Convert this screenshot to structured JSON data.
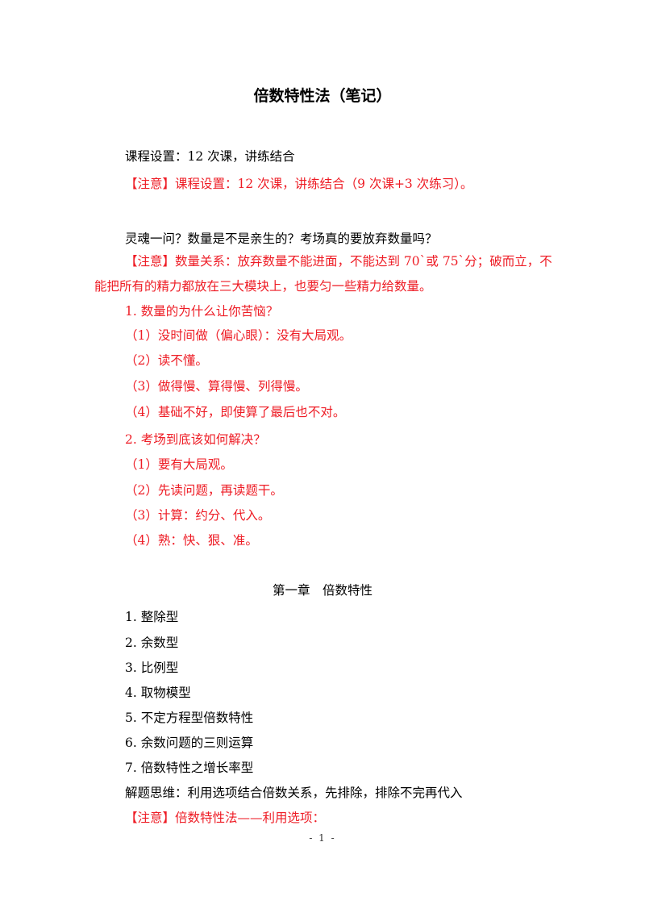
{
  "title": "倍数特性法（笔记）",
  "lines": [
    {
      "text": "课程设置：12 次课，讲练结合",
      "color": "black"
    },
    {
      "text": "【注意】课程设置：12 次课，讲练结合（9 次课+3 次练习）。",
      "color": "red"
    },
    {
      "text": "灵魂一问？数量是不是亲生的？考场真的要放弃数量吗？",
      "color": "black"
    },
    {
      "text": "【注意】数量关系：放弃数量不能进面，不能达到 70`或 75`分；破而立，不",
      "color": "red"
    },
    {
      "text": "能把所有的精力都放在三大模块上，也要匀一些精力给数量。",
      "color": "red"
    },
    {
      "text": "1. 数量的为什么让你苦恼？",
      "color": "red"
    },
    {
      "text": "（1）没时间做（偏心眼）：没有大局观。",
      "color": "red"
    },
    {
      "text": "（2）读不懂。",
      "color": "red"
    },
    {
      "text": "（3）做得慢、算得慢、列得慢。",
      "color": "red"
    },
    {
      "text": "（4）基础不好，即使算了最后也不对。",
      "color": "red"
    },
    {
      "text": "2. 考场到底该如何解决？",
      "color": "red"
    },
    {
      "text": "（1）要有大局观。",
      "color": "red"
    },
    {
      "text": "（2）先读问题，再读题干。",
      "color": "red"
    },
    {
      "text": "（3）计算：约分、代入。",
      "color": "red"
    },
    {
      "text": "（4）熟：快、狠、准。",
      "color": "red"
    }
  ],
  "chapter_title": "第一章　倍数特性",
  "chapter_items": [
    "1. 整除型",
    "2. 余数型",
    "3. 比例型",
    "4. 取物模型",
    "5. 不定方程型倍数特性",
    "6. 余数问题的三则运算",
    "7. 倍数特性之增长率型"
  ],
  "solving_line": "解题思维：利用选项结合倍数关系，先排除，排除不完再代入",
  "final_note": "【注意】倍数特性法——利用选项：",
  "page_number": "- 1 -",
  "colors": {
    "red": "#ee1c25",
    "black": "#000000"
  }
}
